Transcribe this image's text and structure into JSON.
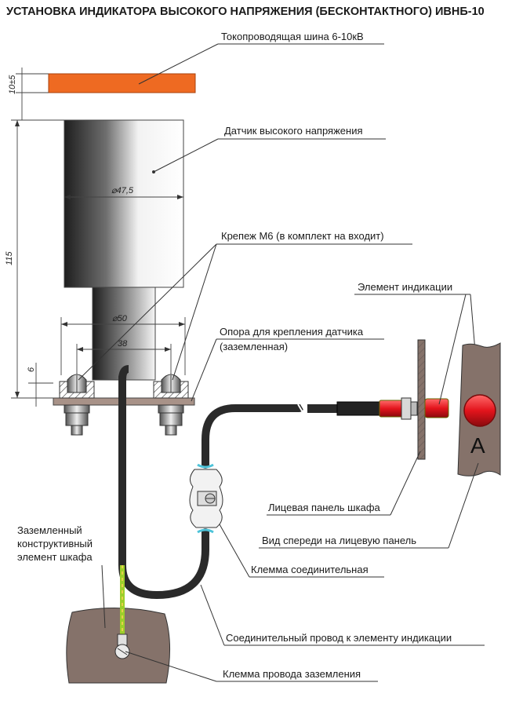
{
  "title": "УСТАНОВКА ИНДИКАТОРА ВЫСОКОГО НАПРЯЖЕНИЯ (БЕСКОНТАКТНОГО) ИВНБ-10",
  "labels": {
    "bus": "Токопроводящая шина 6-10кВ",
    "sensor": "Датчик высокого напряжения",
    "fastener": "Крепеж М6 (в комплект на входит)",
    "support_1": "Опора для крепления датчика",
    "support_2": "(заземленная)",
    "indicator": "Элемент индикации",
    "panel": "Лицевая панель шкафа",
    "front_view": "Вид спереди на лицевую панель",
    "terminal": "Клемма соединительная",
    "grounded_1": "Заземленный",
    "grounded_2": "конструктивный",
    "grounded_3": "элемент шкафа",
    "wire": "Соединительный провод к элементу индикации",
    "ground_terminal": "Клемма провода заземления"
  },
  "dimensions": {
    "bus_gap": "10±5",
    "height": "115",
    "diameter_top": "⌀47,5",
    "diameter_base": "⌀50",
    "bolt_spacing": "38",
    "plate": "6"
  },
  "indicator_letter": "A",
  "colors": {
    "bus": "#ee6a22",
    "indicator_red": "#e3141c",
    "ground_wire": "#9ccf2a",
    "wall": "#85726a",
    "cable": "#2a2a2a",
    "clamp_wire": "#4dc3d9"
  }
}
